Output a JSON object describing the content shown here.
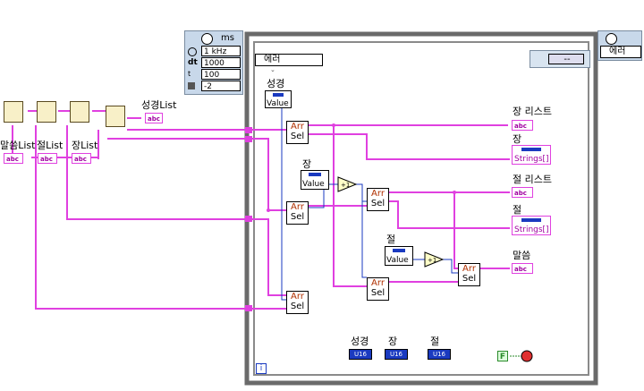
{
  "timed_loop": {
    "unit_label": "ms",
    "rows": [
      {
        "icon": "clock-source-icon",
        "value": "1 kHz"
      },
      {
        "icon": "dt-icon",
        "label": "dt",
        "value": "1000"
      },
      {
        "icon": "offset-icon",
        "value": "100"
      },
      {
        "icon": "priority-icon",
        "value": "-2"
      }
    ]
  },
  "loop": {
    "case_selector_value": "에러",
    "right_selector_value": "--",
    "outer_selector_value": "에러",
    "iteration_label": "i"
  },
  "left_labels": {
    "bible_list": "성경List",
    "word_list": "말씀List",
    "verse_list": "절List",
    "chapter_list": "장List"
  },
  "controls": {
    "book": {
      "label": "성경",
      "value": "Value"
    },
    "chapter": {
      "label": "장",
      "value": "Value"
    },
    "verse": {
      "label": "절",
      "value": "Value"
    }
  },
  "indicators": {
    "chapter_list": "장 리스트",
    "chapter": "장",
    "chapter_strings": "Strings[]",
    "verse_list": "절 리스트",
    "verse": "절",
    "verse_strings": "Strings[]",
    "word": "말씀"
  },
  "nodes": {
    "arr": "Arr",
    "sel": "Sel",
    "increment": "+1"
  },
  "bottom_indicators": [
    {
      "label": "성경",
      "type": "U16"
    },
    {
      "label": "장",
      "type": "U16"
    },
    {
      "label": "절",
      "type": "U16"
    }
  ],
  "terminals": {
    "string_type": "abc",
    "false_const": "F"
  },
  "colors": {
    "string_wire": "#e040e0",
    "numeric_wire": "#1a3ac0",
    "loop_border": "#6a6a6a"
  }
}
